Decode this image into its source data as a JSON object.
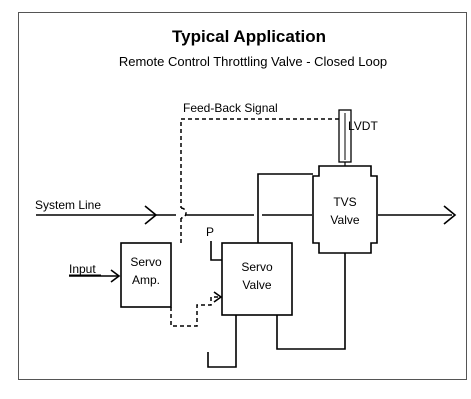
{
  "diagram": {
    "title": "Typical Application",
    "subtitle": "Remote Control Throttling Valve - Closed Loop",
    "labels": {
      "feedback": "Feed-Back Signal",
      "lvdt": "LVDT",
      "system_line": "System Line",
      "input": "Input",
      "pressure": "P",
      "tvs_line1": "TVS",
      "tvs_line2": "Valve",
      "servo_amp_line1": "Servo",
      "servo_amp_line2": "Amp.",
      "servo_valve_line1": "Servo",
      "servo_valve_line2": "Valve"
    },
    "colors": {
      "line": "#000000",
      "background": "#ffffff"
    }
  }
}
